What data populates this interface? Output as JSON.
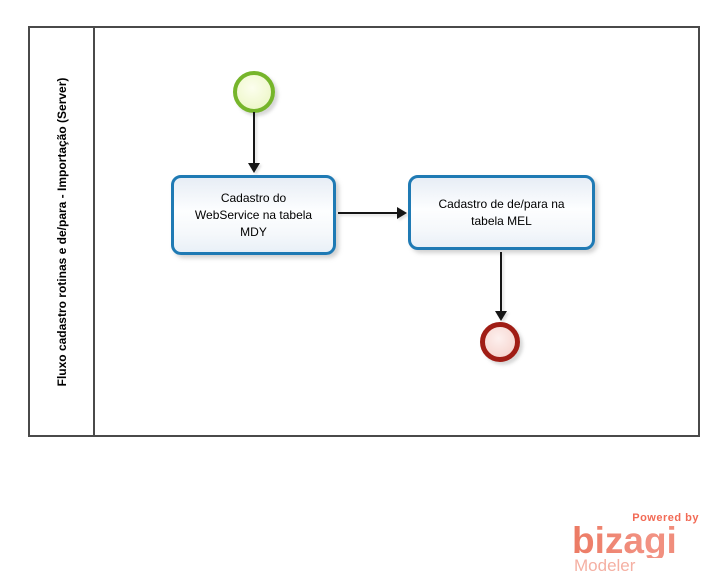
{
  "diagram": {
    "lane": {
      "title": "Fluxo cadastro rotinas e de/para  - Importação (Server)"
    },
    "start_event": {
      "type": "start"
    },
    "end_event": {
      "type": "end"
    },
    "tasks": [
      {
        "label": "Cadastro do WebService na tabela MDY"
      },
      {
        "label": "Cadastro de de/para na tabela MEL"
      }
    ],
    "flows": [
      {
        "from": "start-event",
        "to": "task-1",
        "direction": "down"
      },
      {
        "from": "task-1",
        "to": "task-2",
        "direction": "right"
      },
      {
        "from": "task-2",
        "to": "end-event",
        "direction": "down"
      }
    ],
    "colors": {
      "pool_border": "#4a4a4a",
      "task_border": "#1f7ab4",
      "start_event_border": "#76b52b",
      "start_event_fill": "#f2f9d4",
      "end_event_border": "#a01d15",
      "end_event_fill": "#f8dcd7",
      "flow_line": "#161616"
    }
  },
  "logo": {
    "powered_by": "Powered by",
    "brand": "bizagi",
    "product": "Modeler",
    "color": "#ee8271"
  }
}
